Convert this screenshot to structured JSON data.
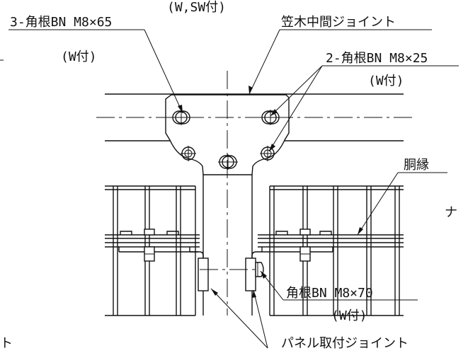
{
  "labels": {
    "top_washer": "(W,SW付)",
    "handrail_joint": "笠木中間ジョイント",
    "bolt_3": "3-角根BN M8×65",
    "bolt_3_w": "(W付)",
    "bolt_2": "2-角根BN M8×25",
    "bolt_2_w": "(W付)",
    "doubuchi": "胴縁",
    "ta": "ナ",
    "bolt_1": "角根BN M8×70",
    "bolt_1_w": "(W付)",
    "panel_joint": "パネル取付ジョイント",
    "left_cut": "ト"
  },
  "colors": {
    "line": "#111111",
    "background": "#ffffff"
  }
}
